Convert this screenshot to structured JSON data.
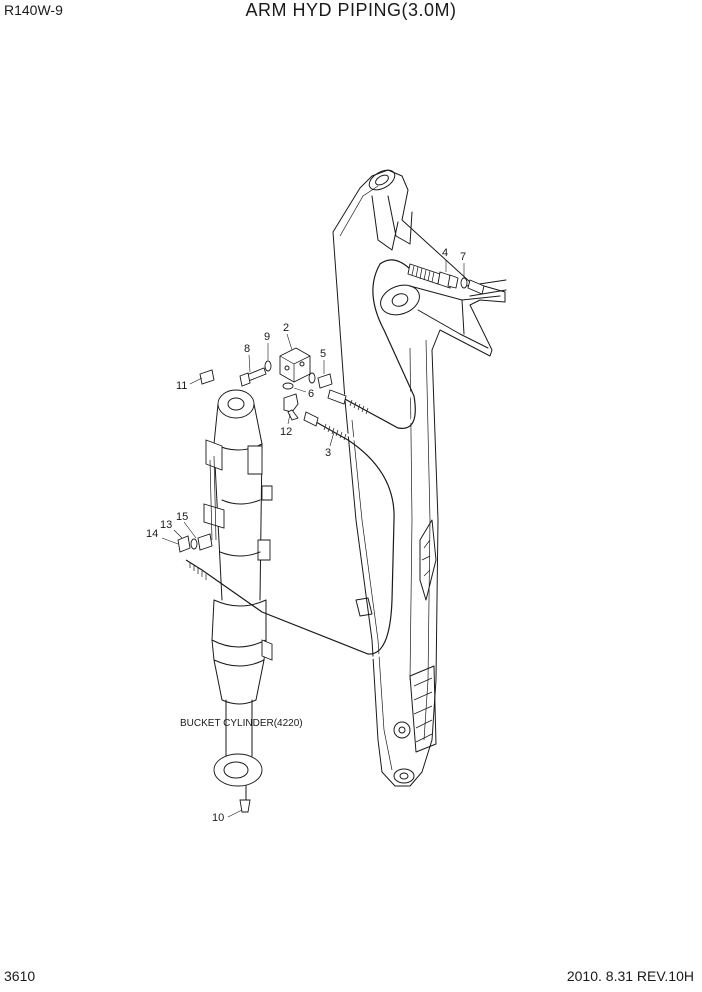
{
  "header": {
    "model": "R140W-9",
    "title": "ARM HYD PIPING(3.0M)"
  },
  "footer": {
    "page_number": "3610",
    "revision": "2010. 8.31  REV.10H"
  },
  "note": "BUCKET CYLINDER(4220)",
  "callouts": {
    "c1": "2",
    "c2": "3",
    "c3": "4",
    "c4": "5",
    "c5": "6",
    "c6": "7",
    "c7": "8",
    "c8": "9",
    "c9": "10",
    "c10": "11",
    "c11": "12",
    "c12": "13",
    "c13": "14",
    "c14": "15"
  }
}
